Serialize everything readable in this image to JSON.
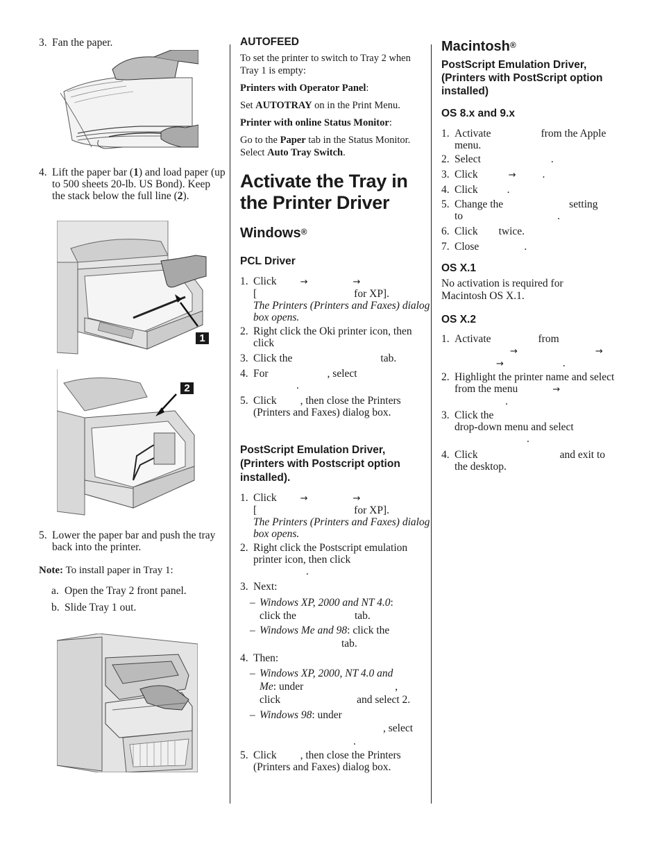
{
  "col1": {
    "step3": {
      "num": "3.",
      "text": "Fan the paper."
    },
    "step4": {
      "num": "4.",
      "t1": "Lift the paper bar (",
      "b1": "1",
      "t2": ") and load paper (up to 500 sheets 20-lb. US Bond). Keep the stack below the full line (",
      "b2": "2",
      "t3": ")."
    },
    "callout1": "1",
    "callout2": "2",
    "step5": {
      "num": "5.",
      "text": "Lower the paper bar and push the tray back into the printer."
    },
    "note": {
      "label": "Note:",
      "text": " To install paper in Tray 1:"
    },
    "stepa": {
      "num": "a.",
      "text": "Open the Tray 2 front panel."
    },
    "stepb": {
      "num": "b.",
      "text": "Slide Tray 1 out."
    }
  },
  "col2": {
    "autofeed_heading": "AUTOFEED",
    "autofeed_intro": "To set the printer to switch to Tray 2 when Tray 1 is empty:",
    "panel_label": "Printers with Operator Panel",
    "panel_colon": ":",
    "panel_set": "Set ",
    "panel_bold": "AUTOTRAY",
    "panel_rest": " on in the Print Menu.",
    "monitor_label": "Printer with online Status Monitor",
    "monitor_colon": ":",
    "monitor_t1": "Go to the ",
    "monitor_b1": "Paper",
    "monitor_t2": " tab in the Status Monitor. Select ",
    "monitor_b2": "Auto Tray Switch",
    "monitor_t3": ".",
    "main_heading": "Activate the Tray in the Printer Driver",
    "windows_heading": "Windows",
    "reg": "®",
    "pcl_heading": "PCL Driver",
    "pcl": {
      "s1_num": "1.",
      "s1_a": "Click",
      "s1_bracket": "[",
      "s1_forxp": "for XP].",
      "s1_italic": "The Printers (Printers and Faxes) dialog box opens.",
      "s2_num": "2.",
      "s2": "Right click the Oki printer icon, then click",
      "s3_num": "3.",
      "s3_a": "Click the",
      "s3_b": "tab.",
      "s4_num": "4.",
      "s4_a": "For",
      "s4_b": ", select",
      "s4_c": ".",
      "s5_num": "5.",
      "s5_a": "Click",
      "s5_b": ", then close the Printers (Printers and Faxes) dialog box."
    },
    "ps_heading": "PostScript Emulation Driver, (Printers with Postscript option installed).",
    "ps": {
      "s1_num": "1.",
      "s1_a": "Click",
      "s1_bracket": "[",
      "s1_forxp": "for XP].",
      "s1_italic": "The Printers (Printers and Faxes) dialog box opens.",
      "s2_num": "2.",
      "s2": "Right click the Postscript emulation printer icon, then click",
      "s2_dot": ".",
      "s3_num": "3.",
      "s3": "Next:",
      "s3a_dash": "–",
      "s3a_it": "Windows XP, 2000 and NT 4.0",
      "s3a_colon": ":",
      "s3a_b": "click the",
      "s3a_c": "tab.",
      "s3b_dash": "–",
      "s3b_it": "Windows Me and 98",
      "s3b_a": ": click the",
      "s3b_b": "tab.",
      "s4_num": "4.",
      "s4": "Then:",
      "s4a_dash": "–",
      "s4a_it1": "Windows XP, 2000, NT 4.0 and",
      "s4a_it2": "Me",
      "s4a_a": ": under",
      "s4a_comma": ",",
      "s4a_b": "click",
      "s4a_c": "and select 2.",
      "s4b_dash": "–",
      "s4b_it": "Windows 98",
      "s4b_a": ": under",
      "s4b_b": ", select",
      "s4b_c": ".",
      "s5_num": "5.",
      "s5_a": "Click",
      "s5_b": ", then close the Printers (Printers and Faxes) dialog box."
    },
    "arrow": "→"
  },
  "col3": {
    "mac_heading": "Macintosh",
    "reg": "®",
    "ps_heading": "PostScript Emulation Driver, (Printers with PostScript option installed)",
    "os8_heading": "OS 8.x and 9.x",
    "os8": {
      "s1_num": "1.",
      "s1_a": "Activate",
      "s1_b": "from the Apple",
      "s1_c": "menu.",
      "s2_num": "2.",
      "s2_a": "Select",
      "s2_b": ".",
      "s3_num": "3.",
      "s3_a": "Click",
      "s3_b": ".",
      "s4_num": "4.",
      "s4_a": "Click",
      "s4_b": ".",
      "s5_num": "5.",
      "s5_a": "Change the",
      "s5_b": "setting",
      "s5_c": "to",
      "s5_d": ".",
      "s6_num": "6.",
      "s6_a": "Click",
      "s6_b": "twice.",
      "s7_num": "7.",
      "s7_a": "Close",
      "s7_b": "."
    },
    "osx1_heading": "OS X.1",
    "osx1_text": "No activation is required for Macintosh OS X.1.",
    "osx2_heading": "OS X.2",
    "osx2": {
      "s1_num": "1.",
      "s1_a": "Activate",
      "s1_b": "from",
      "s1_dot": ".",
      "s2_num": "2.",
      "s2_a": "Highlight the printer name and select from the menu",
      "s2_dot": ".",
      "s3_num": "3.",
      "s3_a": "Click the",
      "s3_b": "drop-down menu and select",
      "s3_dot": ".",
      "s4_num": "4.",
      "s4_a": "Click",
      "s4_b": "and exit to",
      "s4_c": "the desktop."
    },
    "arrow": "→"
  }
}
